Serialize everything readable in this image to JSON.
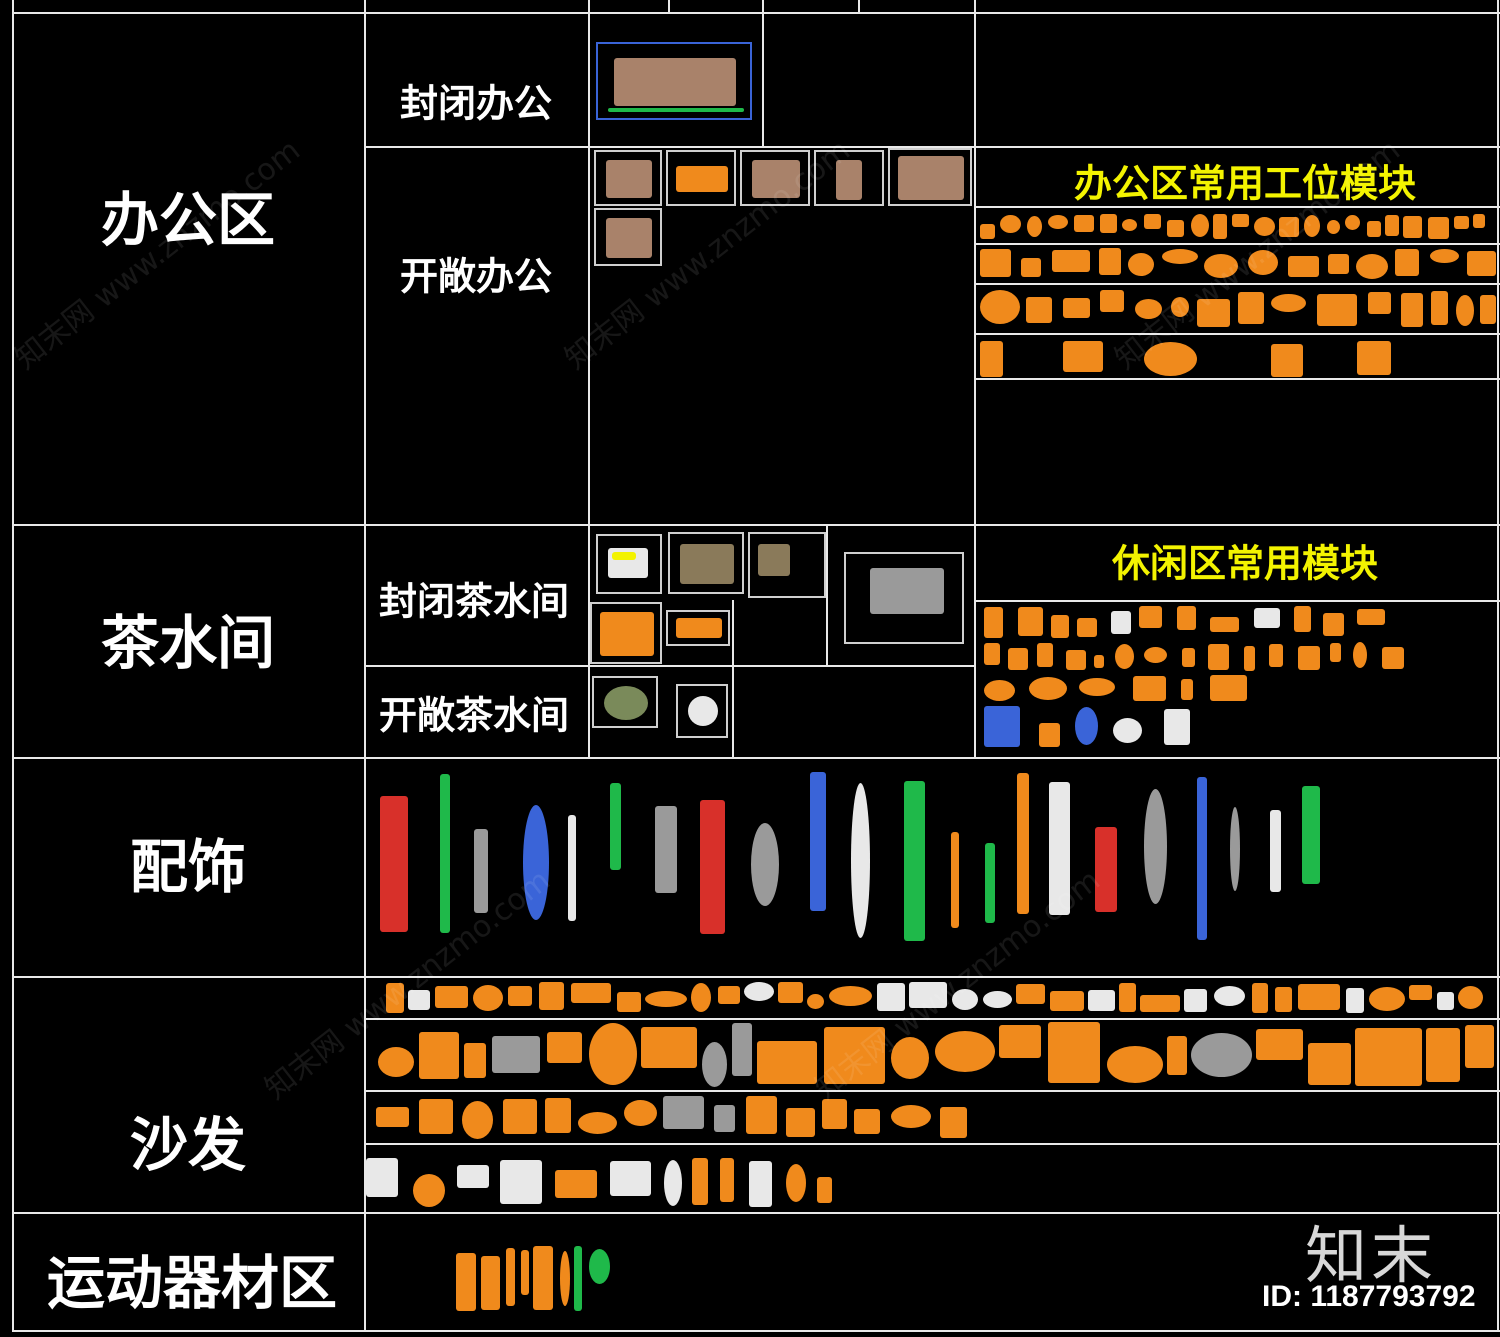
{
  "categories": {
    "office": "办公区",
    "tea": "茶水间",
    "decor": "配饰",
    "sofa": "沙发",
    "sport": "运动器材区"
  },
  "sub": {
    "closed_office": "封闭办公",
    "open_office": "开敞办公",
    "closed_tea": "封闭茶水间",
    "open_tea": "开敞茶水间"
  },
  "modules": {
    "office_workstation": "办公区常用工位模块",
    "leisure": "休闲区常用模块"
  },
  "watermark": {
    "logo": "知末",
    "id": "ID: 1187793792",
    "site": "知末网 www.znzmo.com"
  },
  "colors": {
    "background": "#000000",
    "grid_line": "#e9e9e9",
    "module_title": "#f3f300",
    "block": "#f08a1c"
  }
}
